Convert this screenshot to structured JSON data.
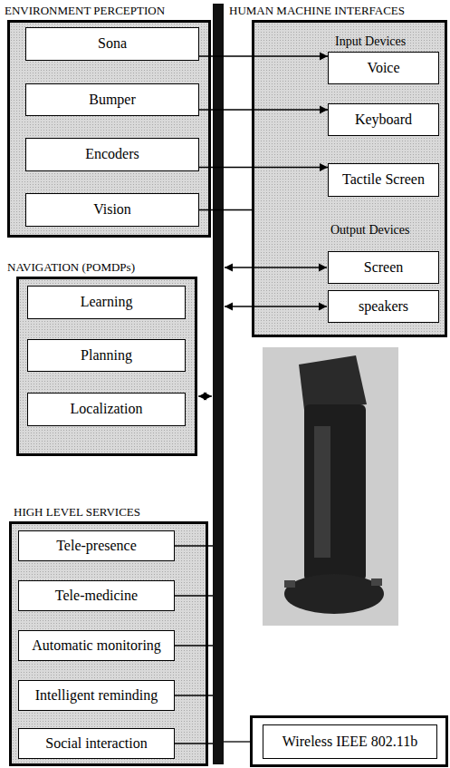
{
  "diagram": {
    "nodes": [
      {
        "text": [
          "ENVIRONMENT PERCEPTION"
        ]
      },
      {
        "text": [
          "Sona"
        ],
        "in": 0
      },
      {
        "text": [
          "Bumper"
        ],
        "in": 0
      },
      {
        "text": [
          "Encoders"
        ],
        "in": 0
      },
      {
        "text": [
          "Vision"
        ],
        "in": 0
      },
      {
        "text": [
          "HUMAN MACHINE INTERFACES",
          "Input Devices",
          "Output Devices"
        ]
      },
      {
        "text": [
          "Voice"
        ],
        "in": 5
      },
      {
        "text": [
          "Keyboard"
        ],
        "in": 5
      },
      {
        "text": [
          "Tactile Screen"
        ],
        "in": 5
      },
      {
        "text": [
          "Screen"
        ],
        "in": 5
      },
      {
        "text": [
          "speakers"
        ],
        "in": 5
      },
      {
        "text": [
          "NAVIGATION (POMDPs)"
        ]
      },
      {
        "text": [
          "Learning"
        ],
        "in": 11
      },
      {
        "text": [
          "Planning"
        ],
        "in": 11
      },
      {
        "text": [
          "Localization"
        ],
        "in": 11
      },
      {
        "text": [
          "HIGH LEVEL SERVICES"
        ]
      },
      {
        "text": [
          "Tele-presence"
        ],
        "in": 15
      },
      {
        "text": [
          "Tele-medicine"
        ],
        "in": 15
      },
      {
        "text": [
          "Automatic monitoring"
        ],
        "in": 15
      },
      {
        "text": [
          "Intelligent reminding"
        ],
        "in": 15
      },
      {
        "text": [
          "Social interaction"
        ],
        "in": 15
      },
      {
        "text": [
          "Wireless IEEE 802.11b"
        ]
      }
    ],
    "edges": [
      {
        "from": 1,
        "to": 6,
        "arrow": "to"
      },
      {
        "from": 2,
        "to": 7,
        "arrow": "to"
      },
      {
        "from": 3,
        "to": 8,
        "arrow": "to"
      },
      {
        "from": 4,
        "to": 5,
        "arrow": "none"
      }
    ]
  }
}
